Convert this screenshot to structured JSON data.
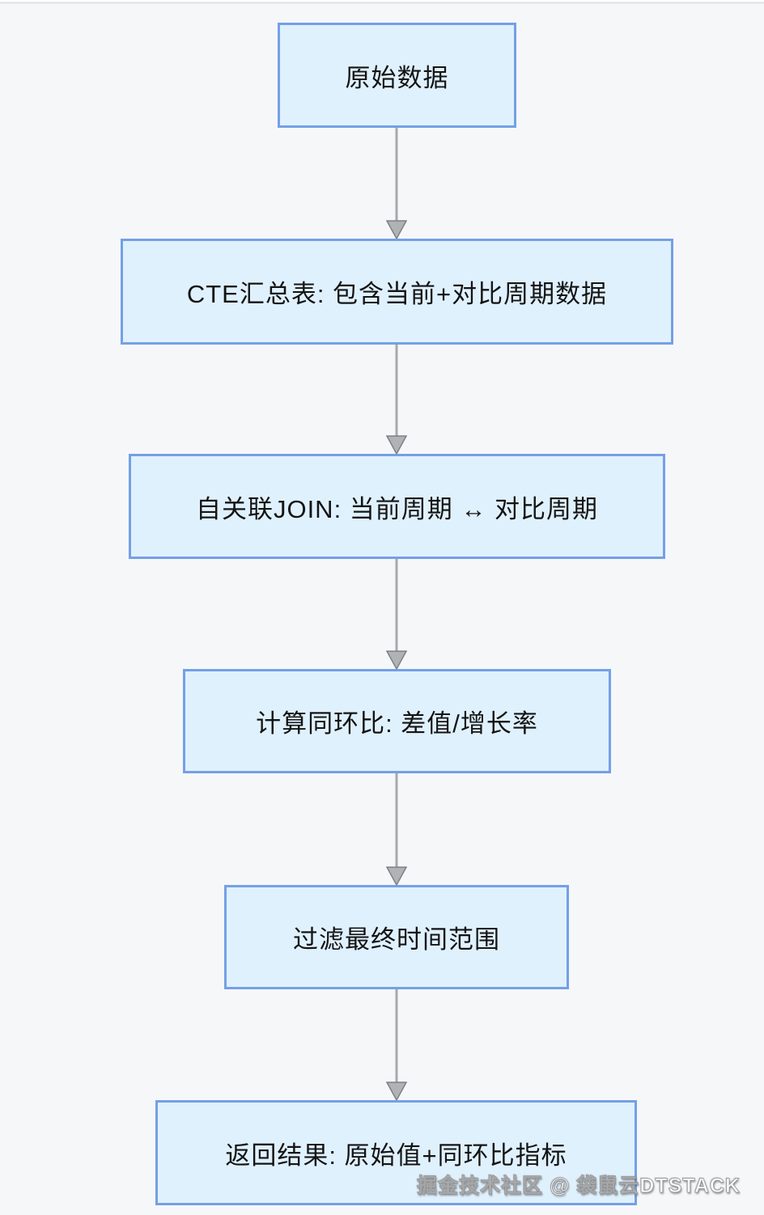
{
  "diagram": {
    "type": "flowchart",
    "direction": "top-down",
    "nodes": [
      {
        "id": "n1",
        "label": "原始数据"
      },
      {
        "id": "n2",
        "label": "CTE汇总表: 包含当前+对比周期数据"
      },
      {
        "id": "n3",
        "label": "自关联JOIN: 当前周期 ↔ 对比周期"
      },
      {
        "id": "n4",
        "label": "计算同环比: 差值/增长率"
      },
      {
        "id": "n5",
        "label": "过滤最终时间范围"
      },
      {
        "id": "n6",
        "label": "返回结果: 原始值+同环比指标"
      }
    ],
    "edges": [
      {
        "from": "n1",
        "to": "n2"
      },
      {
        "from": "n2",
        "to": "n3"
      },
      {
        "from": "n3",
        "to": "n4"
      },
      {
        "from": "n4",
        "to": "n5"
      },
      {
        "from": "n5",
        "to": "n6"
      }
    ],
    "colors": {
      "node_fill": "#e0f1fe",
      "node_border": "#74a0e6",
      "node_text": "#141414",
      "arrow_line": "#a7a9ab",
      "arrow_head_fill": "#b0b3b5",
      "arrow_head_stroke": "#7e8184",
      "background": "#f6f7f9",
      "top_divider": "#e7e8ea"
    }
  },
  "watermark": {
    "text": "掘金技术社区 @ 袋鼠云DTSTACK"
  }
}
